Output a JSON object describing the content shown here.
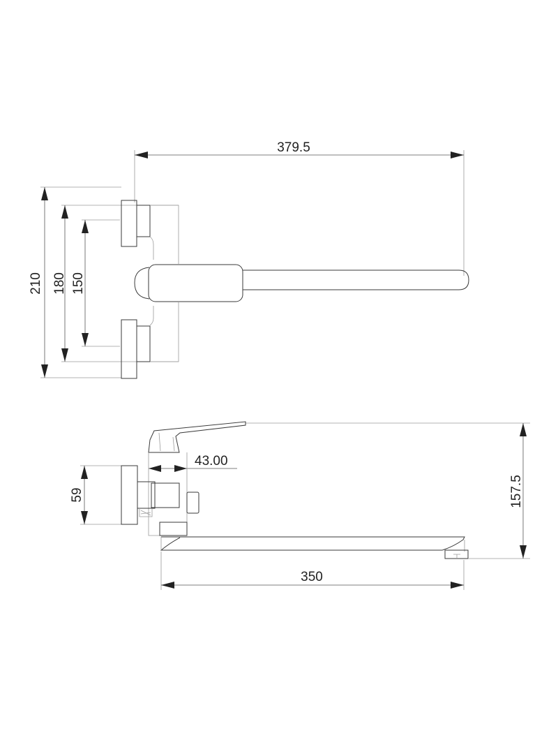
{
  "top_view": {
    "dims": {
      "overall_length": "379.5",
      "flange_outer": "210",
      "centers_max": "180",
      "centers_min": "150"
    }
  },
  "side_view": {
    "dims": {
      "body_width": "43.00",
      "flange_dia": "59",
      "height": "157.5",
      "spout_reach": "350"
    }
  }
}
